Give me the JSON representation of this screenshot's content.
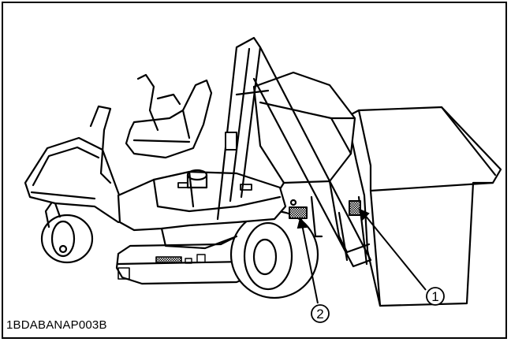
{
  "figure": {
    "code": "1BDABANAP003B",
    "callouts": [
      {
        "number": "1"
      },
      {
        "number": "2"
      }
    ]
  },
  "colors": {
    "line": "#000000",
    "background": "#ffffff",
    "label_hatch": "#444444"
  }
}
